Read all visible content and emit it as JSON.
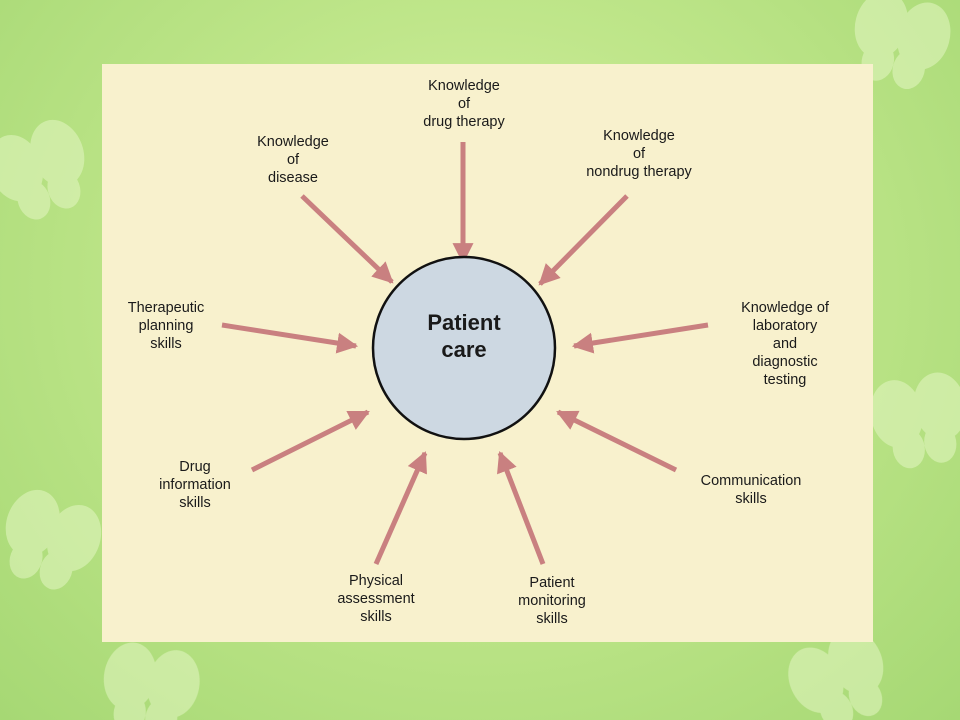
{
  "diagram": {
    "center": "Patient\ncare",
    "nodes": [
      {
        "id": "drug-therapy",
        "text": "Knowledge\nof\ndrug therapy"
      },
      {
        "id": "disease",
        "text": "Knowledge\nof\ndisease"
      },
      {
        "id": "nondrug-therapy",
        "text": "Knowledge\nof\nnondrug therapy"
      },
      {
        "id": "therapeutic-planning",
        "text": "Therapeutic\nplanning\nskills"
      },
      {
        "id": "laboratory-testing",
        "text": "Knowledge of\nlaboratory and\ndiagnostic testing"
      },
      {
        "id": "drug-information",
        "text": "Drug\ninformation\nskills"
      },
      {
        "id": "communication",
        "text": "Communication\nskills"
      },
      {
        "id": "physical-assessment",
        "text": "Physical\nassessment\nskills"
      },
      {
        "id": "patient-monitoring",
        "text": "Patient\nmonitoring\nskills"
      }
    ],
    "colors": {
      "arrow": "#c98080",
      "circle_fill": "#cdd8e2",
      "circle_stroke": "#111111",
      "panel": "#f8f1cd",
      "background": "#bfe68a"
    }
  }
}
